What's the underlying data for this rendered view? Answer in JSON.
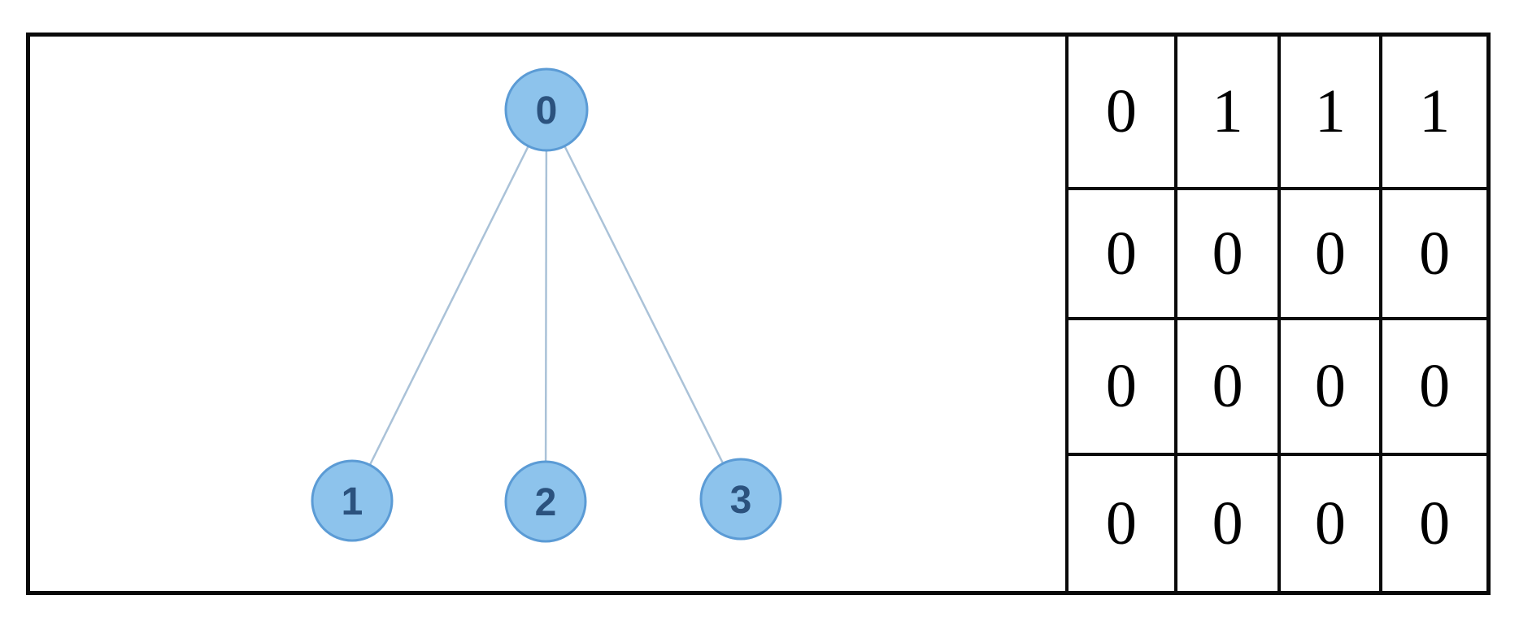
{
  "diagram": {
    "title": "graph-with-adjacency-matrix",
    "colors": {
      "node_fill": "#8dc3ec",
      "node_border": "#5b9bd5",
      "node_label": "#2b527e",
      "edge": "#aac2d8",
      "frame": "#0a0a0a"
    }
  },
  "graph": {
    "nodes": [
      {
        "label": "0"
      },
      {
        "label": "1"
      },
      {
        "label": "2"
      },
      {
        "label": "3"
      }
    ],
    "edges": [
      "0-1",
      "0-2",
      "0-3"
    ]
  },
  "matrix": {
    "rows": [
      [
        "0",
        "1",
        "1",
        "1"
      ],
      [
        "0",
        "0",
        "0",
        "0"
      ],
      [
        "0",
        "0",
        "0",
        "0"
      ],
      [
        "0",
        "0",
        "0",
        "0"
      ]
    ]
  }
}
